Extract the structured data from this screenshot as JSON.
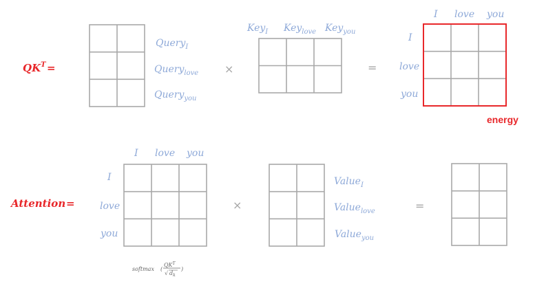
{
  "colors": {
    "label": "#8ea9d8",
    "accent": "#e8272a",
    "grid": "#a8a8a8",
    "operator": "#a7a7a7"
  },
  "top": {
    "lhs": "QK",
    "lhs_sup": "T",
    "eq": "=",
    "times": "×",
    "equals": "=",
    "query_labels": [
      {
        "base": "Query",
        "sub": "I"
      },
      {
        "base": "Query",
        "sub": "love"
      },
      {
        "base": "Query",
        "sub": "you"
      }
    ],
    "key_labels": [
      {
        "base": "Key",
        "sub": "I"
      },
      {
        "base": "Key",
        "sub": "love"
      },
      {
        "base": "Key",
        "sub": "you"
      }
    ],
    "result_cols": [
      "I",
      "love",
      "you"
    ],
    "result_rows": [
      "I",
      "love",
      "you"
    ],
    "result_caption": "energy"
  },
  "bottom": {
    "lhs": "Attention",
    "eq": "=",
    "times": "×",
    "equals": "=",
    "attn_cols": [
      "I",
      "love",
      "you"
    ],
    "attn_rows": [
      "I",
      "love",
      "you"
    ],
    "value_labels": [
      {
        "base": "Value",
        "sub": "I"
      },
      {
        "base": "Value",
        "sub": "love"
      },
      {
        "base": "Value",
        "sub": "you"
      }
    ],
    "softmax": {
      "fn": "softmax",
      "num": "QK",
      "num_sup": "T",
      "sqrt": "√",
      "den": "d",
      "den_sub": "k"
    }
  }
}
